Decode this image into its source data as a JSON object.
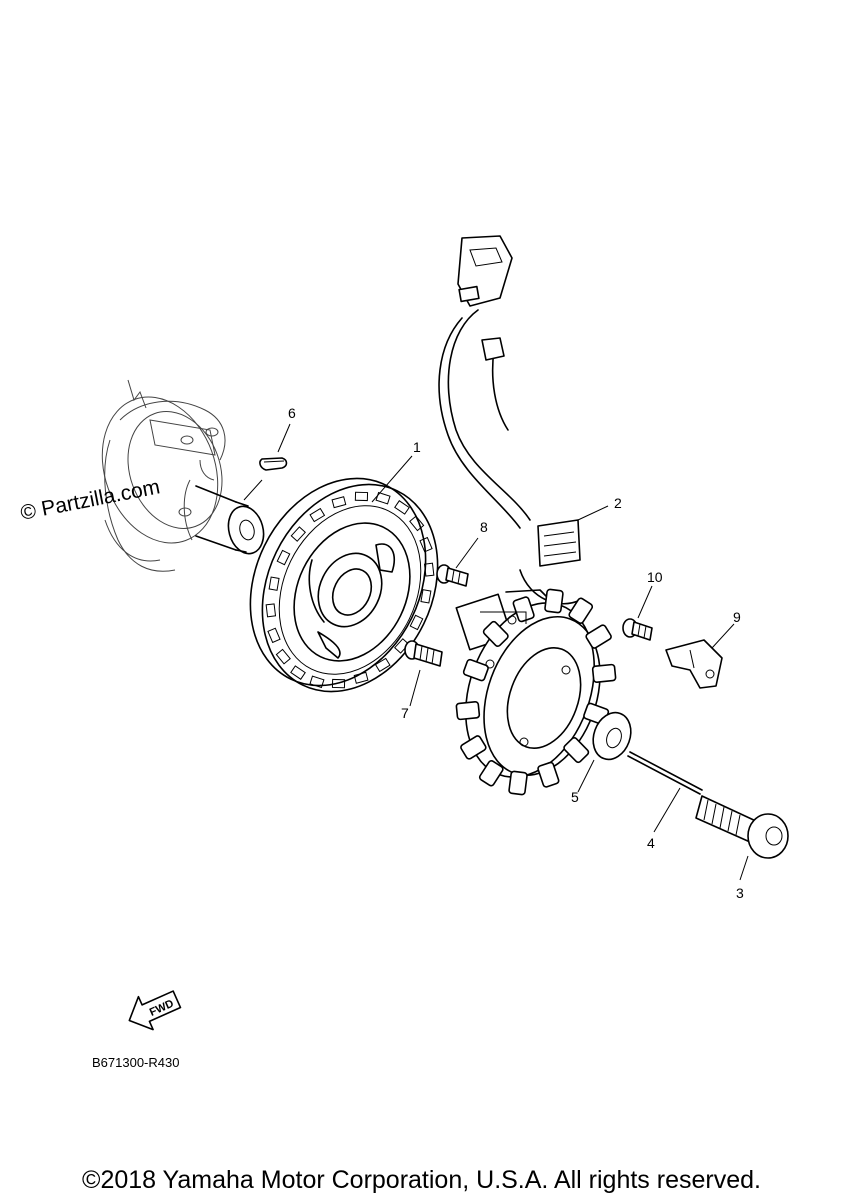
{
  "watermark": "© Partzilla.com",
  "diagram_code": "B671300-R430",
  "fwd_label": "FWD",
  "copyright": "©2018 Yamaha Motor Corporation, U.S.A. All rights reserved.",
  "callouts": [
    "1",
    "2",
    "3",
    "4",
    "5",
    "6",
    "7",
    "8",
    "9",
    "10"
  ]
}
